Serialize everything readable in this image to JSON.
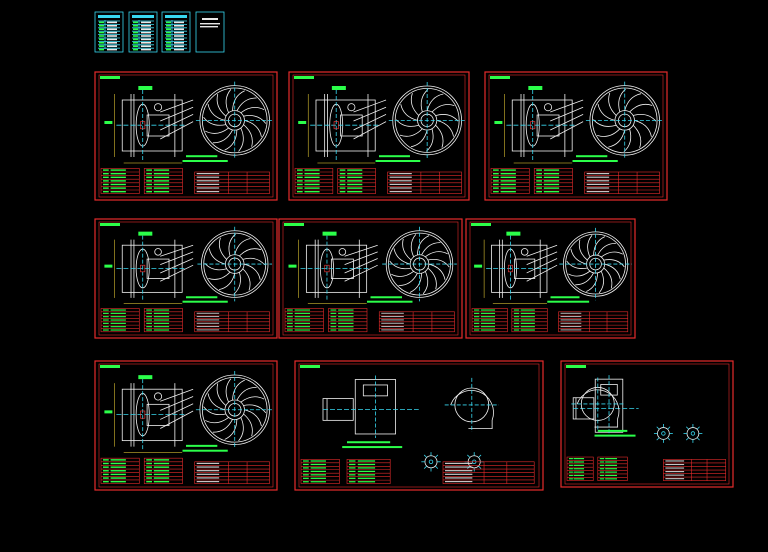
{
  "canvas": {
    "background": "#000000"
  },
  "colors": {
    "frame": "#e52b2b",
    "outline": "#f2f2f2",
    "center_lines": "#38d8f0",
    "annotation_text": "#2bff4a",
    "dims": "#ffe23b"
  },
  "index_sheets": [
    {
      "id": "index-1",
      "type": "table"
    },
    {
      "id": "index-2",
      "type": "table"
    },
    {
      "id": "index-3",
      "type": "table"
    },
    {
      "id": "index-4",
      "type": "notes"
    }
  ],
  "sheets": [
    {
      "id": "sheet-1",
      "kind": "axial-fan",
      "tag": "",
      "blades": 14
    },
    {
      "id": "sheet-2",
      "kind": "axial-fan",
      "tag": "",
      "blades": 12
    },
    {
      "id": "sheet-3",
      "kind": "axial-fan",
      "tag": "",
      "blades": 12
    },
    {
      "id": "sheet-4",
      "kind": "axial-fan",
      "tag": "",
      "blades": 12
    },
    {
      "id": "sheet-5",
      "kind": "axial-fan",
      "tag": "",
      "blades": 14
    },
    {
      "id": "sheet-6",
      "kind": "axial-fan",
      "tag": "",
      "blades": 14
    },
    {
      "id": "sheet-7",
      "kind": "axial-fan",
      "tag": "",
      "blades": 14
    },
    {
      "id": "sheet-8",
      "kind": "centrifugal-fan",
      "tag": ""
    },
    {
      "id": "sheet-9",
      "kind": "centrifugal-fan-small",
      "tag": ""
    }
  ]
}
